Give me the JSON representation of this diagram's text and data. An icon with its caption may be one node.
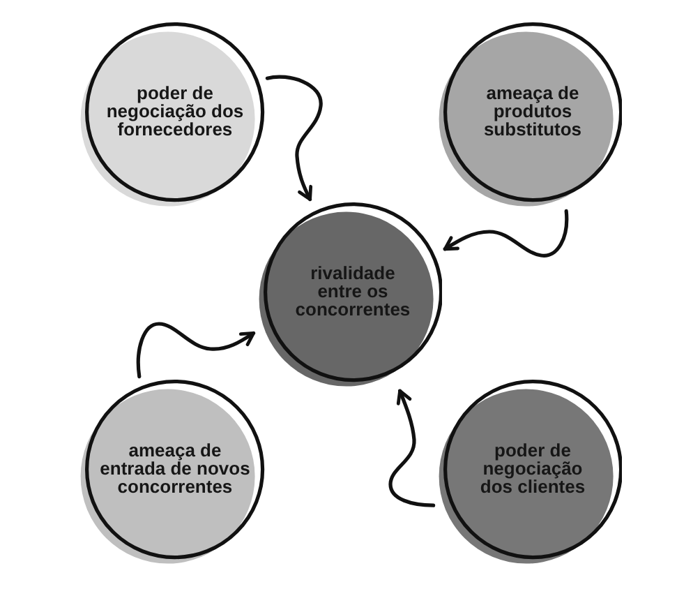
{
  "diagram": {
    "nodes": [
      {
        "text": [
          "poder de negociação dos fornecedores"
        ]
      },
      {
        "text": [
          "ameaça de produtos substitutos"
        ]
      },
      {
        "text": [
          "rivalidade entre os concorrentes"
        ]
      },
      {
        "text": [
          "ameaça de entrada de novos concorrentes"
        ]
      },
      {
        "text": [
          "poder de negociação dos clientes"
        ]
      }
    ],
    "edges": [
      {
        "from": 0,
        "to": 2,
        "arrow": "to"
      },
      {
        "from": 1,
        "to": 2,
        "arrow": "to"
      },
      {
        "from": 3,
        "to": 2,
        "arrow": "to"
      },
      {
        "from": 4,
        "to": 2,
        "arrow": "to"
      }
    ]
  }
}
